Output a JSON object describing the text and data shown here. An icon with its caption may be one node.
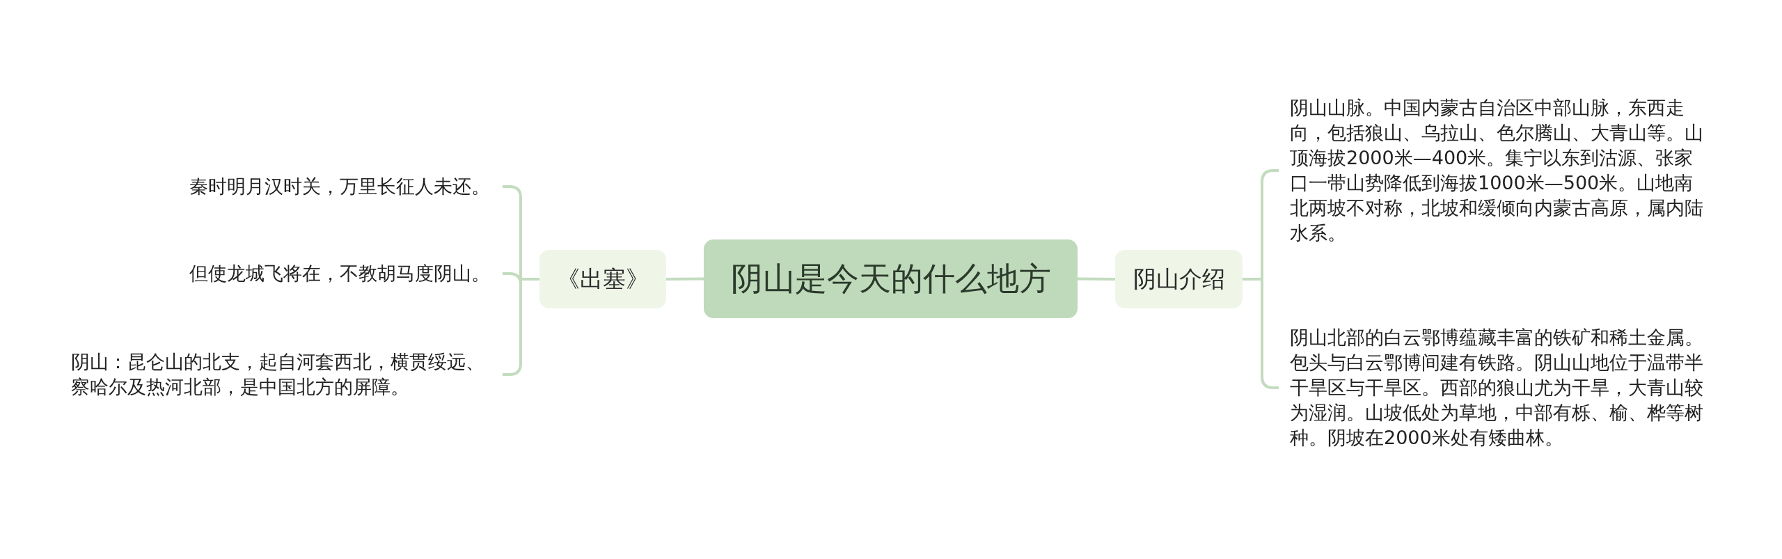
{
  "diagram": {
    "nodes": [
      {
        "text": [
          "阴山是今天的什么地方"
        ]
      },
      {
        "text": [
          "《出塞》"
        ]
      },
      {
        "text": [
          "秦时明月汉时关，万里长征人未还。"
        ]
      },
      {
        "text": [
          "但使龙城飞将在，不教胡马度阴山。"
        ]
      },
      {
        "text": [
          "阴山：昆仑山的北支，起自河套西北，横贯绥远、察哈尔及热河北部，是中国北方的屏障。"
        ]
      },
      {
        "text": [
          "阴山介绍"
        ]
      },
      {
        "text": [
          "阴山山脉。中国内蒙古自治区中部山脉，东西走向，包括狼山、乌拉山、色尔腾山、大青山等。山顶海拔2000米—400米。集宁以东到沽源、张家口一带山势降低到海拔1000米—500米。山地南北两坡不对称，北坡和缓倾向内蒙古高原，属内陆水系。"
        ]
      },
      {
        "text": [
          "阴山北部的白云鄂博蕴藏丰富的铁矿和稀土金属。包头与白云鄂博间建有铁路。阴山山地位于温带半干旱区与干旱区。西部的狼山尤为干旱，大青山较为湿润。山坡低处为草地，中部有栎、榆、桦等树种。阴坡在2000米处有矮曲林。"
        ]
      }
    ],
    "edges": [
      {
        "from": 0,
        "to": 1,
        "arrow": "none"
      },
      {
        "from": 1,
        "to": 2,
        "arrow": "none"
      },
      {
        "from": 1,
        "to": 3,
        "arrow": "none"
      },
      {
        "from": 1,
        "to": 4,
        "arrow": "none"
      },
      {
        "from": 0,
        "to": 5,
        "arrow": "none"
      },
      {
        "from": 5,
        "to": 6,
        "arrow": "none"
      },
      {
        "from": 5,
        "to": 7,
        "arrow": "none"
      }
    ]
  }
}
